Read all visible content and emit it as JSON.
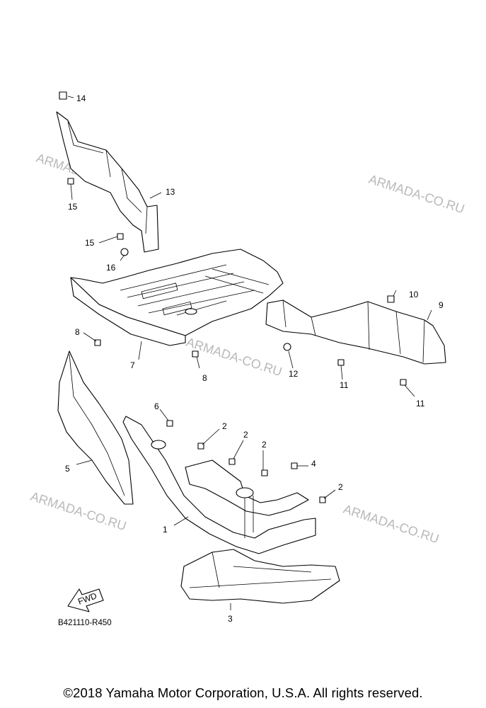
{
  "watermark": "ARMADA-CO.RU",
  "callouts": [
    "1",
    "2",
    "3",
    "4",
    "5",
    "6",
    "7",
    "8",
    "9",
    "10",
    "11",
    "12",
    "13",
    "14",
    "15",
    "16"
  ],
  "fwd_label": "FWD",
  "ref_code": "B421110-R450",
  "footer": "©2018 Yamaha Motor Corporation, U.S.A. All rights reserved."
}
